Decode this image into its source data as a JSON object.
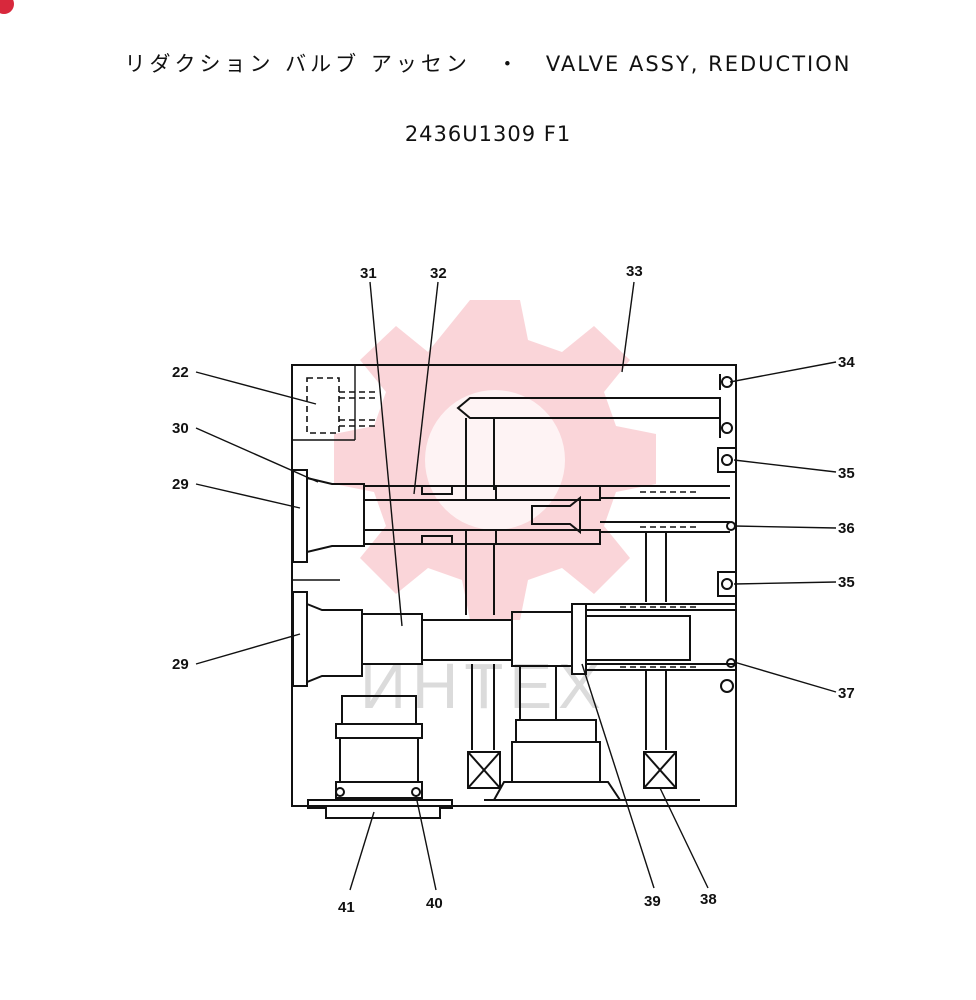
{
  "header": {
    "title_jp": "リダクション バルブ アッセン",
    "separator": "・",
    "title_en": "VALVE ASSY, REDUCTION",
    "part_number": "2436U1309 F1"
  },
  "watermark": {
    "text": "ИНТЕХ",
    "color": "#e84050"
  },
  "callouts": {
    "c22": "22",
    "c30": "30",
    "c29a": "29",
    "c29b": "29",
    "c31": "31",
    "c32": "32",
    "c33": "33",
    "c34": "34",
    "c35a": "35",
    "c35b": "35",
    "c36": "36",
    "c37": "37",
    "c38": "38",
    "c39": "39",
    "c40": "40",
    "c41": "41"
  }
}
